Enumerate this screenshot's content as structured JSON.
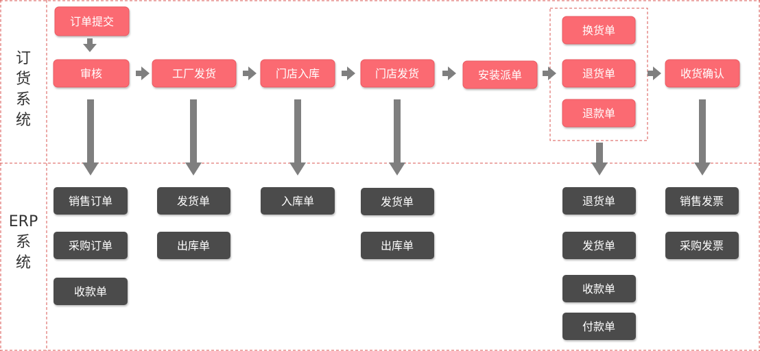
{
  "lanes": {
    "ordering": [
      "订",
      "货",
      "系",
      "统"
    ],
    "erp": [
      "ERP",
      "系",
      "统"
    ]
  },
  "ordering_flow": {
    "submit": "订单提交",
    "review": "审核",
    "factory_ship": "工厂发货",
    "store_in": "门店入库",
    "store_ship": "门店发货",
    "install": "安装派单",
    "exchange": "换货单",
    "return": "退货单",
    "refund": "退款单",
    "confirm": "收货确认"
  },
  "erp_docs": {
    "review": [
      "销售订单",
      "采购订单",
      "收款单"
    ],
    "factory_ship": [
      "发货单",
      "出库单"
    ],
    "store_in": [
      "入库单"
    ],
    "store_ship": [
      "发货单",
      "出库单"
    ],
    "aftersale": [
      "退货单",
      "发货单",
      "收款单",
      "付款单"
    ],
    "confirm": [
      "销售发票",
      "采购发票"
    ]
  },
  "colors": {
    "order_box": "#fb6b72",
    "order_box_border": "#e85a62",
    "erp_box": "#4b4b4b",
    "arrow": "#7f7f7f",
    "dashed_line": "#d9534f",
    "lane_text": "#333333"
  }
}
